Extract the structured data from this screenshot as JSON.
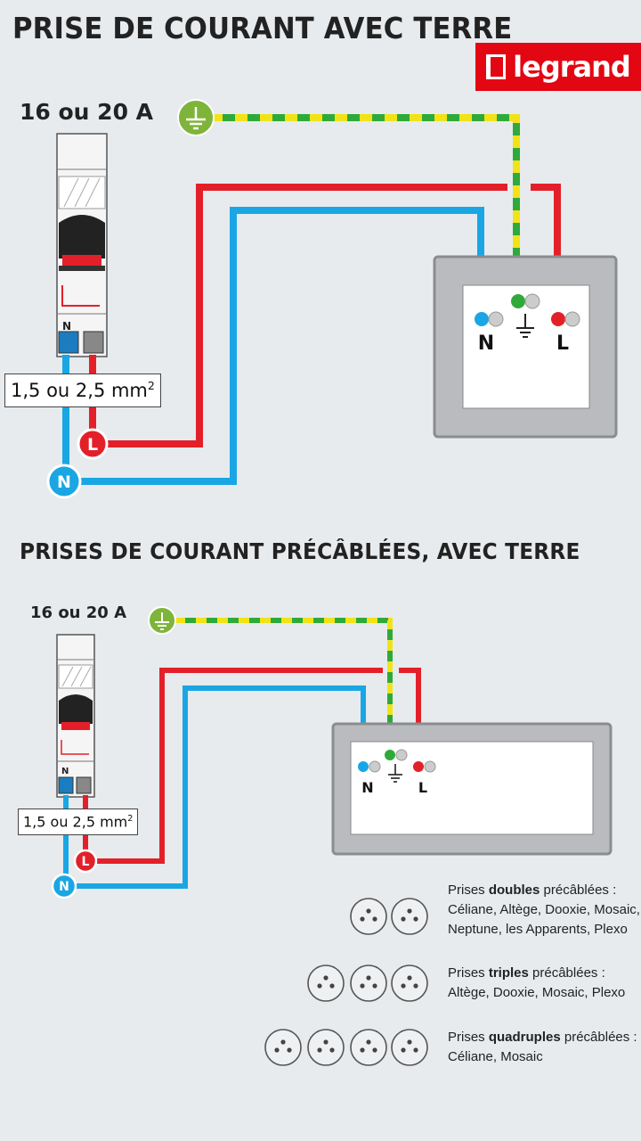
{
  "diagram_1": {
    "title": "PRISE DE COURANT AVEC TERRE",
    "breaker_rating": "16 ou 20 A",
    "wire_section": "1,5 ou 2,5 mm",
    "wire_section_sup": "2",
    "neutral_tag": "N",
    "live_tag": "L",
    "terminal_neutral": "N",
    "terminal_live": "L"
  },
  "diagram_2": {
    "title": "PRISES DE COURANT PRÉCÂBLÉES, AVEC TERRE",
    "breaker_rating": "16 ou 20 A",
    "wire_section": "1,5 ou 2,5 mm",
    "wire_section_sup": "2",
    "neutral_tag": "N",
    "live_tag": "L",
    "terminal_neutral": "N",
    "terminal_live": "L"
  },
  "breaker_labels": {
    "n": "N"
  },
  "logo": {
    "text": "legrand"
  },
  "legend": {
    "double": {
      "prefix": "Prises ",
      "bold": "doubles",
      "suffix": " précâblées  :",
      "models_1": "Céliane, Altège, Dooxie, Mosaic,",
      "models_2": "Neptune, les Apparents, Plexo"
    },
    "triple": {
      "prefix": "Prises ",
      "bold": "triples",
      "suffix": " précâblées :",
      "models_1": "Altège, Dooxie, Mosaic, Plexo"
    },
    "quad": {
      "prefix": "Prises ",
      "bold": "quadruples",
      "suffix": " précâblées :",
      "models_1": "Céliane, Mosaic"
    }
  },
  "colors": {
    "neutral": "#1aa6e4",
    "live": "#e3202a",
    "earth_green": "#2faa3a",
    "earth_yellow": "#f1e319",
    "brand": "#e30613"
  }
}
